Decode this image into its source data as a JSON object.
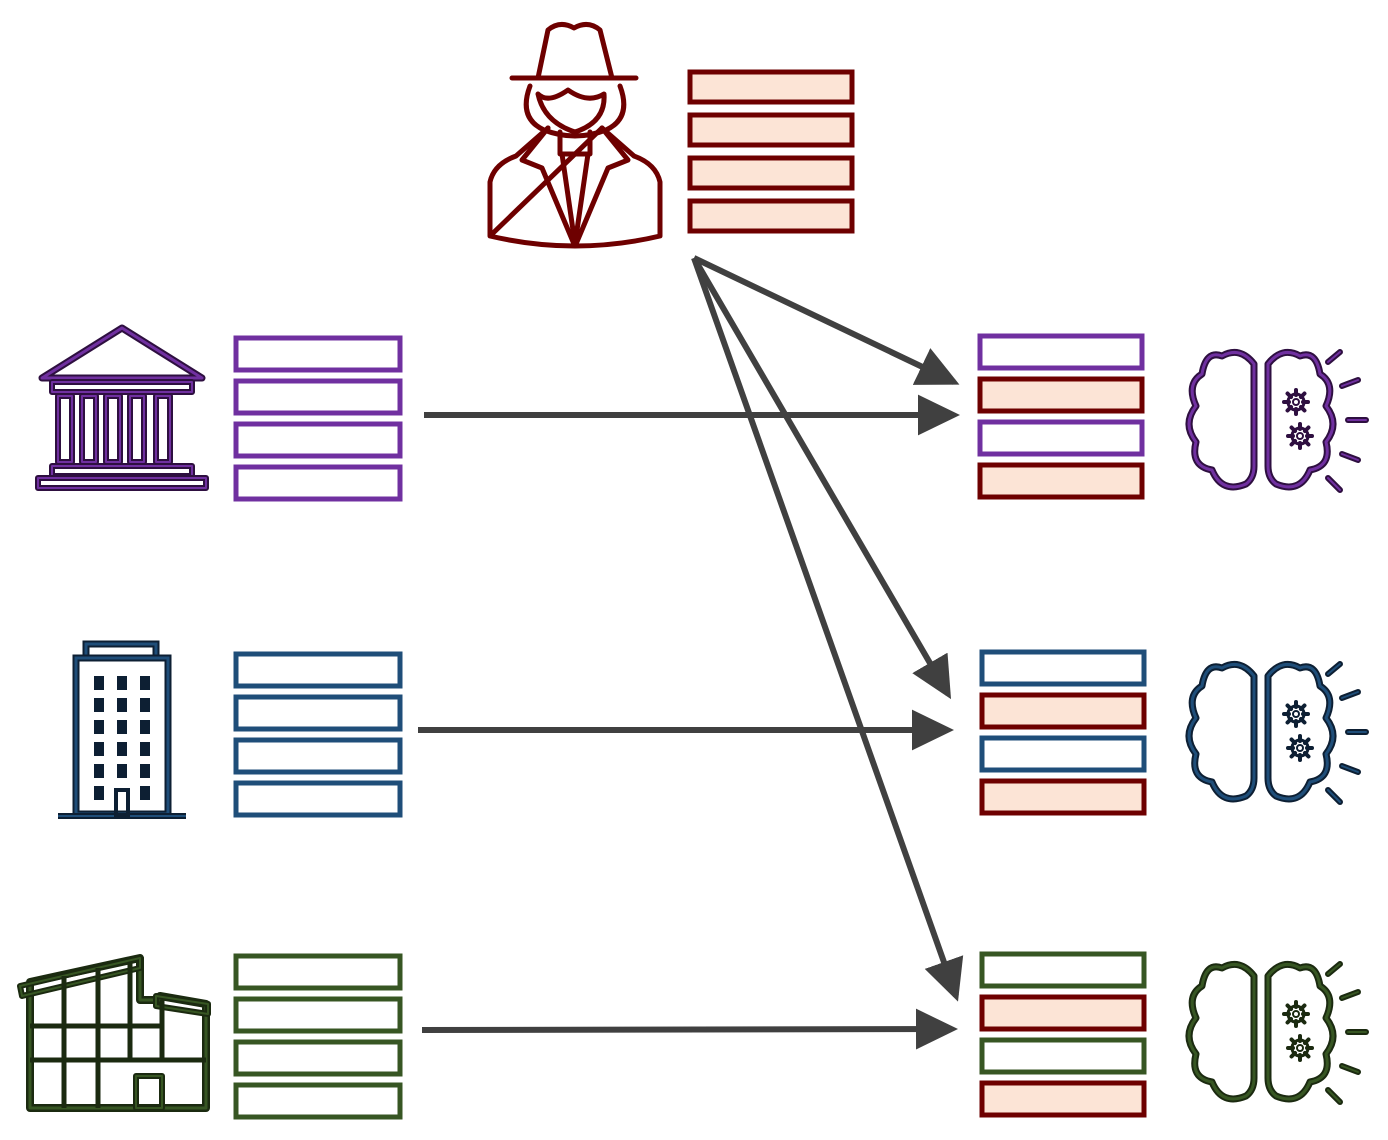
{
  "colors": {
    "attacker": "#6e0000",
    "attacker_fill": "#fce4d6",
    "bank": "#7030a0",
    "bank_dark": "#2e0f40",
    "office": "#1f4e79",
    "office_dark": "#0d1f33",
    "factory": "#375623",
    "factory_dark": "#1b2a10",
    "arrow": "#404040"
  },
  "icons": {
    "attacker": "spy-icon",
    "bank": "bank-building-icon",
    "office": "office-tower-icon",
    "factory": "factory-icon",
    "model": "brain-gears-icon"
  },
  "attacker": {
    "records": 4
  },
  "clients": [
    {
      "id": "bank",
      "records": 4,
      "merged_pattern": [
        "own",
        "attacker",
        "own",
        "attacker"
      ]
    },
    {
      "id": "office",
      "records": 4,
      "merged_pattern": [
        "own",
        "attacker",
        "own",
        "attacker"
      ]
    },
    {
      "id": "factory",
      "records": 4,
      "merged_pattern": [
        "own",
        "attacker",
        "own",
        "attacker"
      ]
    }
  ],
  "flows": [
    {
      "from": "bank",
      "to": "bank_model"
    },
    {
      "from": "office",
      "to": "office_model"
    },
    {
      "from": "factory",
      "to": "factory_model"
    },
    {
      "from": "attacker",
      "to": "bank_model"
    },
    {
      "from": "attacker",
      "to": "office_model"
    },
    {
      "from": "attacker",
      "to": "factory_model"
    }
  ]
}
